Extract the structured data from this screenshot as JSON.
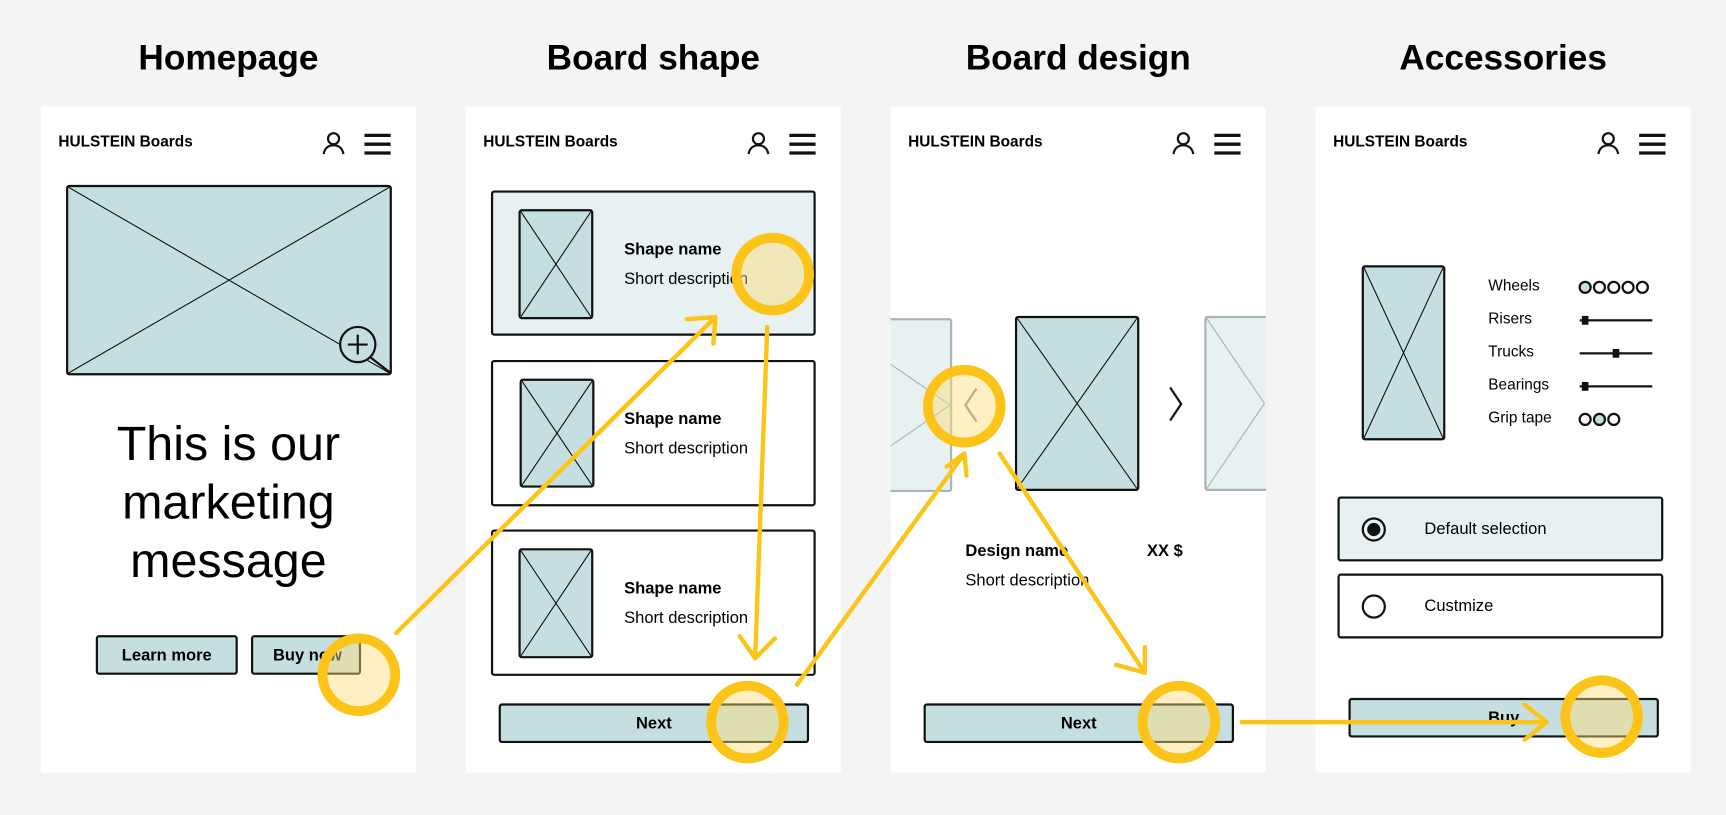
{
  "columns": [
    {
      "title": "Homepage"
    },
    {
      "title": "Board shape"
    },
    {
      "title": "Board design"
    },
    {
      "title": "Accessories"
    }
  ],
  "brand": "HULSTEIN Boards",
  "homepage": {
    "hero": [
      "This is our",
      "marketing",
      "message"
    ],
    "learn_more": "Learn more",
    "buy_now": "Buy now"
  },
  "board_shape": {
    "cards": [
      {
        "name": "Shape name",
        "desc": "Short description"
      },
      {
        "name": "Shape name",
        "desc": "Short description"
      },
      {
        "name": "Shape name",
        "desc": "Short description"
      }
    ],
    "next": "Next"
  },
  "board_design": {
    "name": "Design name",
    "price": "XX $",
    "desc": "Short description",
    "next": "Next"
  },
  "accessories": {
    "items": [
      {
        "label": "Wheels",
        "type": "dots",
        "count": 5,
        "selected": 1
      },
      {
        "label": "Risers",
        "type": "slider",
        "value": 0.08
      },
      {
        "label": "Trucks",
        "type": "slider",
        "value": 0.5
      },
      {
        "label": "Bearings",
        "type": "slider",
        "value": 0.08
      },
      {
        "label": "Grip tape",
        "type": "dots",
        "count": 3,
        "selected": 2
      }
    ],
    "options": [
      {
        "label": "Default selection",
        "selected": true
      },
      {
        "label": "Custmize",
        "selected": false
      }
    ],
    "buy": "Buy"
  },
  "colors": {
    "placeholder": "#c5dfe1",
    "highlight": "#e8f1f1",
    "accent": "#fcc419",
    "background": "#f4f4f4"
  }
}
